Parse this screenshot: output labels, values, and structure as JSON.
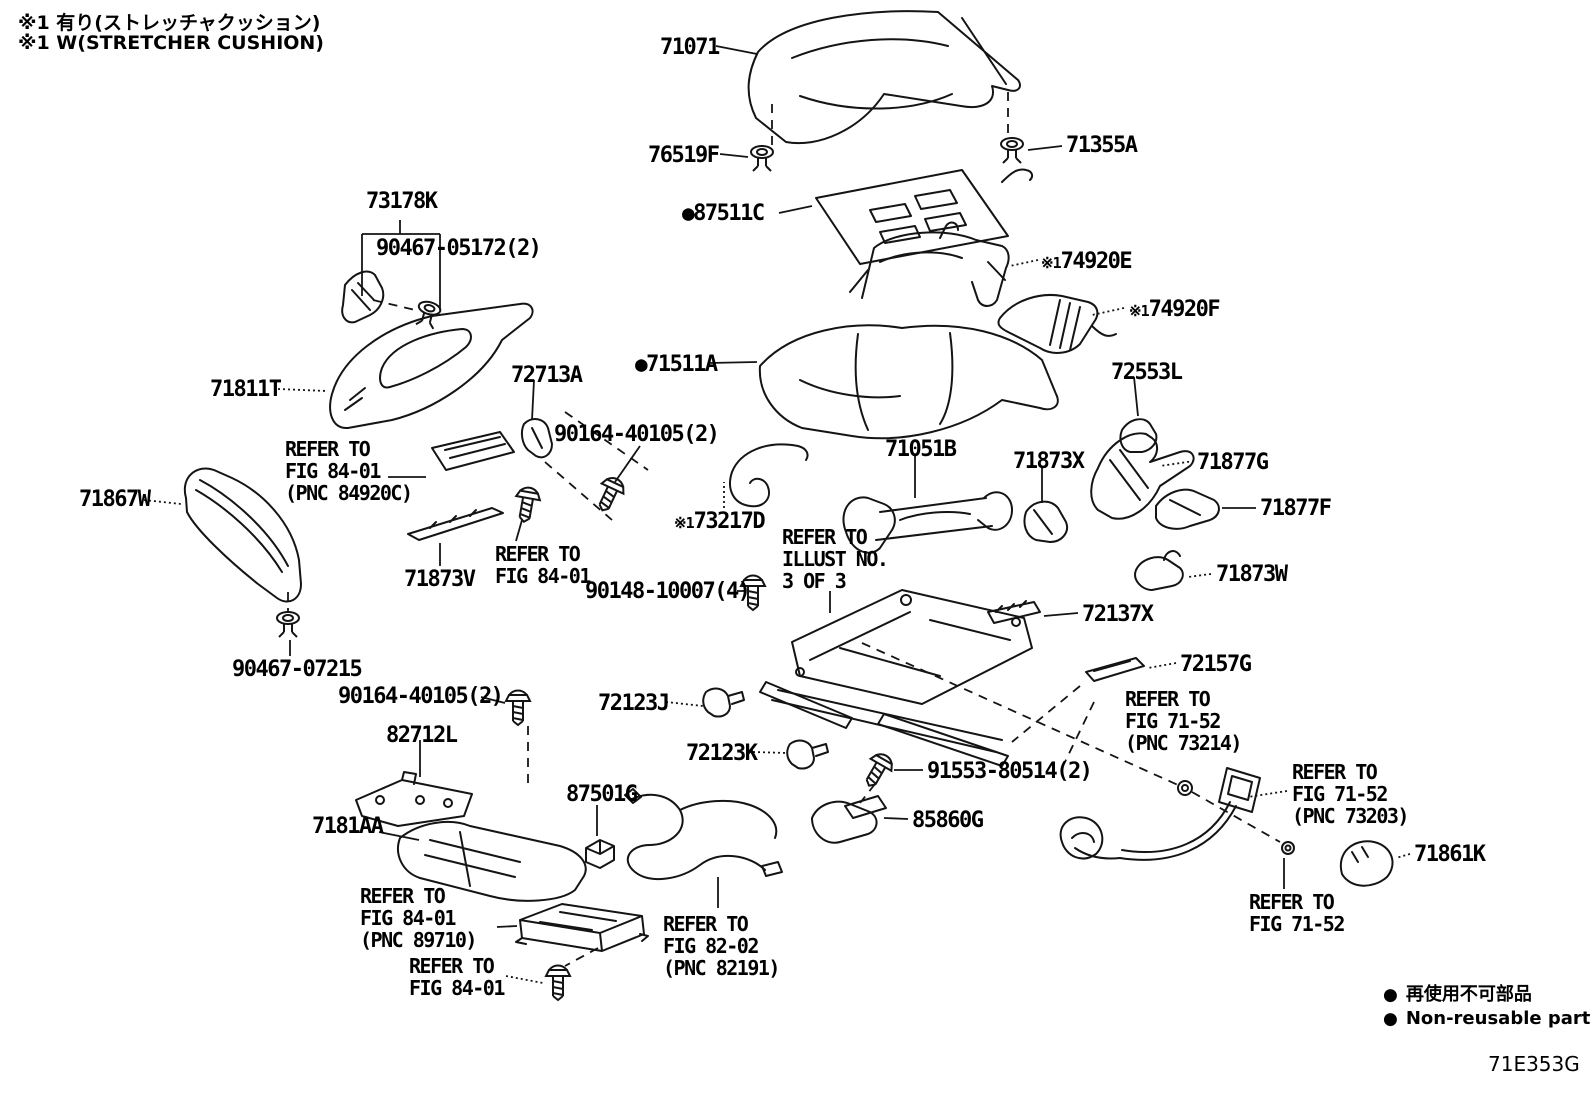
{
  "notes": {
    "line1": "※1 有り(ストレッチャクッション)",
    "line2": "※1 W(STRETCHER CUSHION)"
  },
  "legend": {
    "items": [
      {
        "bullet": "●",
        "text": "再使用不可部品"
      },
      {
        "bullet": "●",
        "text": "Non-reusable part"
      }
    ]
  },
  "diagram_code": "71E353G",
  "labels": [
    {
      "id": "71071",
      "text": "71071"
    },
    {
      "id": "76519F",
      "text": "76519F"
    },
    {
      "id": "71355A",
      "text": "71355A"
    },
    {
      "id": "87511C",
      "prefix": "●",
      "text": "87511C"
    },
    {
      "id": "74920E",
      "prefix": "※1",
      "text": "74920E"
    },
    {
      "id": "74920F",
      "prefix": "※1",
      "text": "74920F"
    },
    {
      "id": "73178K",
      "text": "73178K"
    },
    {
      "id": "90467-05172",
      "text": "90467-05172(2)"
    },
    {
      "id": "71511A",
      "prefix": "●",
      "text": "71511A"
    },
    {
      "id": "71811T",
      "text": "71811T"
    },
    {
      "id": "72713A",
      "text": "72713A"
    },
    {
      "id": "72553L",
      "text": "72553L"
    },
    {
      "id": "90164-40105-a",
      "text": "90164-40105(2)"
    },
    {
      "id": "71051B",
      "text": "71051B"
    },
    {
      "id": "71873X",
      "text": "71873X"
    },
    {
      "id": "71877G",
      "text": "71877G"
    },
    {
      "id": "71877F",
      "text": "71877F"
    },
    {
      "id": "71867W",
      "text": "71867W"
    },
    {
      "id": "ref-fig84-01-pnc84920c",
      "text": "REFER TO\nFIG 84-01\n(PNC 84920C)"
    },
    {
      "id": "73217D",
      "prefix": "※1",
      "text": "73217D"
    },
    {
      "id": "ref-illust-3of3",
      "text": "REFER TO\nILLUST NO.\n3 OF 3"
    },
    {
      "id": "71873V",
      "text": "71873V"
    },
    {
      "id": "ref-fig84-01-mid",
      "text": "REFER TO\nFIG 84-01"
    },
    {
      "id": "90148-10007",
      "text": "90148-10007(4)"
    },
    {
      "id": "71873W",
      "text": "71873W"
    },
    {
      "id": "72137X",
      "text": "72137X"
    },
    {
      "id": "90467-07215",
      "text": "90467-07215"
    },
    {
      "id": "72157G",
      "text": "72157G"
    },
    {
      "id": "90164-40105-b",
      "text": "90164-40105(2)"
    },
    {
      "id": "72123J",
      "text": "72123J"
    },
    {
      "id": "ref-fig71-52-pnc73214",
      "text": "REFER TO\nFIG 71-52\n(PNC 73214)"
    },
    {
      "id": "82712L",
      "text": "82712L"
    },
    {
      "id": "72123K",
      "text": "72123K"
    },
    {
      "id": "91553-80514",
      "text": "91553-80514(2)"
    },
    {
      "id": "87501G",
      "text": "87501G"
    },
    {
      "id": "85860G",
      "text": "85860G"
    },
    {
      "id": "ref-fig71-52-pnc73203",
      "text": "REFER TO\nFIG 71-52\n(PNC 73203)"
    },
    {
      "id": "7181AA",
      "text": "7181AA"
    },
    {
      "id": "71861K",
      "text": "71861K"
    },
    {
      "id": "ref-fig84-01-pnc89710",
      "text": "REFER TO\nFIG 84-01\n(PNC 89710)"
    },
    {
      "id": "ref-fig82-02-pnc82191",
      "text": "REFER TO\nFIG 82-02\n(PNC 82191)"
    },
    {
      "id": "ref-fig84-01-bottom",
      "text": "REFER TO\nFIG 84-01"
    },
    {
      "id": "ref-fig71-52-bottom",
      "text": "REFER TO\nFIG 71-52"
    }
  ]
}
